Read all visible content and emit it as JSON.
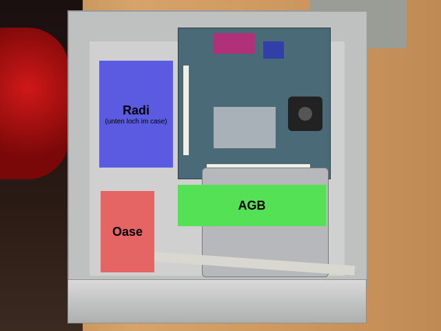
{
  "annotations": {
    "radi": {
      "label": "Radi",
      "note": "(unten loch im case)",
      "color": "#5b5be2"
    },
    "oase": {
      "label": "Oase",
      "color": "#e56464"
    },
    "agb": {
      "label": "AGB",
      "color": "#55e155"
    }
  }
}
